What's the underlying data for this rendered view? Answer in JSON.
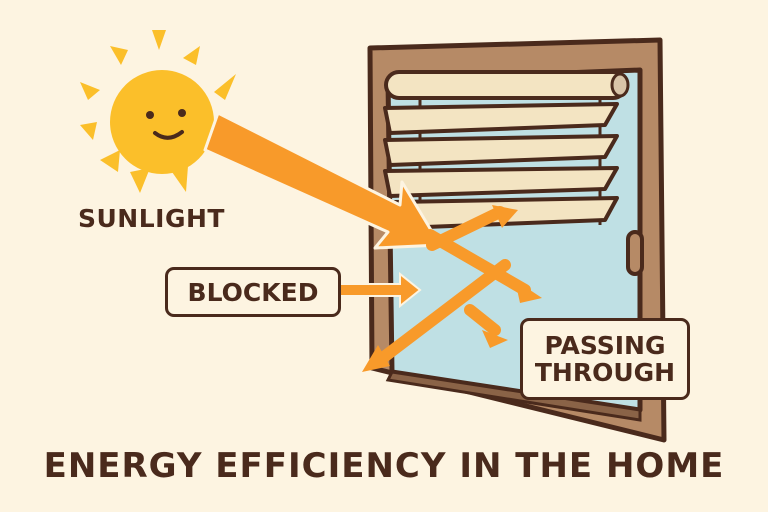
{
  "title": "ENERGY EFFICIENCY IN THE HOME",
  "labels": {
    "sunlight": "SUNLIGHT",
    "blocked": "BLOCKED",
    "passing_line1": "PASSING",
    "passing_line2": "THROUGH"
  },
  "icons": [
    "sun-icon",
    "window-blinds-icon",
    "arrow-icon"
  ],
  "colors": {
    "background": "#fdf4e1",
    "text": "#4a2a1c",
    "sun": "#fbbf2a",
    "arrow": "#f89a2a",
    "frame": "#b68a66",
    "glass": "#bfe0e4",
    "slat": "#f3e4c2"
  }
}
